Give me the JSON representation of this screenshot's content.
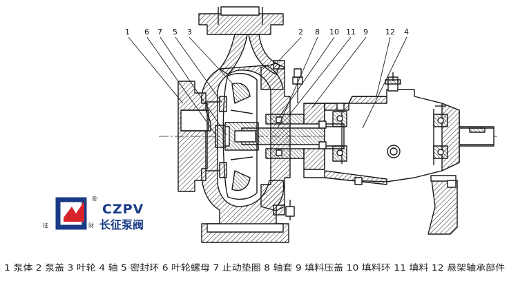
{
  "callouts": [
    {
      "num": "1",
      "part": "泵体"
    },
    {
      "num": "6",
      "part": "叶轮螺母"
    },
    {
      "num": "7",
      "part": "止动垫圈"
    },
    {
      "num": "5",
      "part": "密封环"
    },
    {
      "num": "3",
      "part": "叶轮"
    },
    {
      "num": "2",
      "part": "泵盖"
    },
    {
      "num": "8",
      "part": "轴套"
    },
    {
      "num": "10",
      "part": "填料环"
    },
    {
      "num": "11",
      "part": "填料"
    },
    {
      "num": "9",
      "part": "填料压盖"
    },
    {
      "num": "12",
      "part": "悬架轴承部件"
    },
    {
      "num": "4",
      "part": "轴"
    }
  ],
  "caption": "1 泵体 2 泵盖 3 叶轮 4 轴 5 密封环 6 叶轮螺母 7 止动垫圈 8 轴套 9 填料压盖 10 填料环 11 填料 12 悬架轴承部件",
  "logo": {
    "brand_latin": "CZPV",
    "brand_cn": "长征泵阀",
    "registered": "®",
    "left_char": "征",
    "right_char": "财"
  },
  "colors": {
    "line": "#1a1a1a",
    "hatch": "#2a2a2a",
    "logo_blue": "#1a3a86",
    "logo_red": "#d8232a"
  }
}
